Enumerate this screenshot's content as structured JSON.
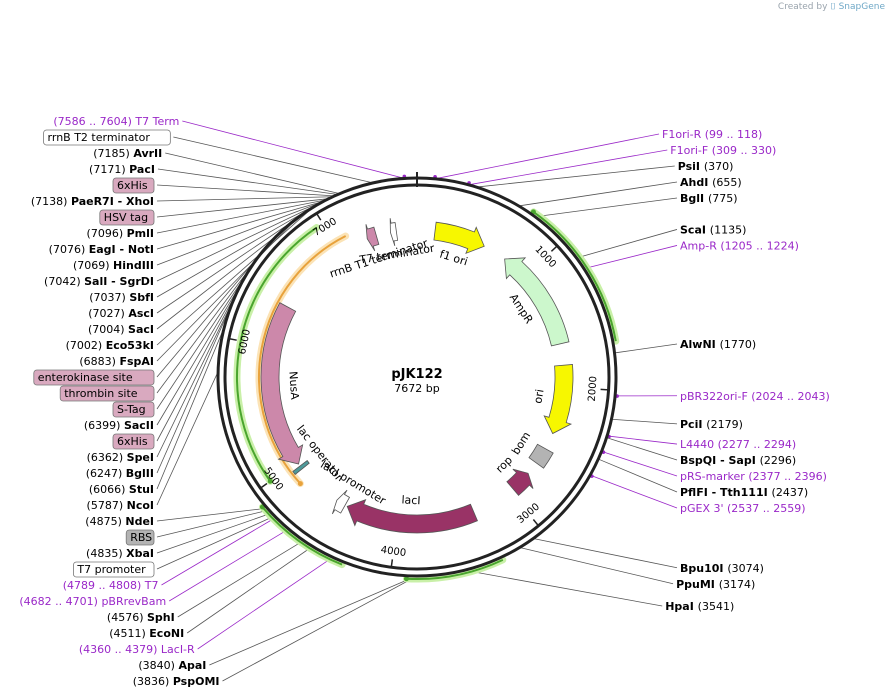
{
  "credit": {
    "prefix": "Created by",
    "brand": "SnapGene"
  },
  "plasmid": {
    "name": "pJK122",
    "size_label": "7672 bp",
    "length": 7672
  },
  "ticks": [
    {
      "label": "1000",
      "pos": 1000
    },
    {
      "label": "2000",
      "pos": 2000
    },
    {
      "label": "3000",
      "pos": 3000
    },
    {
      "label": "4000",
      "pos": 4000
    },
    {
      "label": "5000",
      "pos": 5000
    },
    {
      "label": "6000",
      "pos": 6000
    },
    {
      "label": "7000",
      "pos": 7000
    }
  ],
  "features": [
    {
      "id": "f1-ori",
      "label": "f1 ori",
      "start": 150,
      "end": 580,
      "dir": 1,
      "color": "#f7f700",
      "ring": "inner"
    },
    {
      "id": "ampr",
      "label": "AmpR",
      "start": 780,
      "end": 1640,
      "dir": -1,
      "color": "#ccf7cc",
      "ring": "inner"
    },
    {
      "id": "ori",
      "label": "ori",
      "start": 1820,
      "end": 2400,
      "dir": 1,
      "color": "#f7f700",
      "ring": "inner"
    },
    {
      "id": "bom",
      "label": "bom",
      "start": 2540,
      "end": 2680,
      "dir": 0,
      "color": "#b3b3b3",
      "ring": "inner"
    },
    {
      "id": "rop",
      "label": "rop",
      "start": 2790,
      "end": 2970,
      "dir": -1,
      "color": "#993366",
      "ring": "inner"
    },
    {
      "id": "laci",
      "label": "lacI",
      "start": 3350,
      "end": 4440,
      "dir": 1,
      "color": "#993366",
      "ring": "inner"
    },
    {
      "id": "laci-promoter",
      "label": "lacI promoter",
      "start": 4460,
      "end": 4540,
      "dir": 1,
      "color": "#ffffff",
      "ring": "inner"
    },
    {
      "id": "lac-operator",
      "label": "lac operator",
      "start": 4930,
      "end": 4960,
      "dir": 0,
      "color": "#4d9999",
      "ring": "inner"
    },
    {
      "id": "nusa",
      "label": "NusA",
      "start": 4980,
      "end": 6360,
      "dir": -1,
      "color": "#cc88aa",
      "ring": "inner"
    },
    {
      "id": "rrnb-t1",
      "label": "rrnB T1 terminator",
      "start": 7250,
      "end": 7330,
      "dir": -1,
      "color": "#cc88aa",
      "ring": "inner"
    },
    {
      "id": "t7-terminator",
      "label": "T7 terminator",
      "start": 7450,
      "end": 7500,
      "dir": -1,
      "color": "#ffffff",
      "ring": "inner"
    }
  ],
  "orfs": [
    {
      "id": "orf-green-1",
      "start": 750,
      "end": 1700,
      "dir": -1,
      "radius": 202
    },
    {
      "id": "orf-green-2",
      "start": 3300,
      "end": 3900,
      "dir": 1,
      "radius": 202
    },
    {
      "id": "orf-green-3",
      "start": 4300,
      "end": 4900,
      "dir": 1,
      "radius": 202
    },
    {
      "id": "orf-green-4",
      "start": 5000,
      "end": 6950,
      "dir": -1,
      "radius": 180
    },
    {
      "id": "orf-orange",
      "start": 4850,
      "end": 7100,
      "dir": -1,
      "radius": 158
    }
  ],
  "labels": [
    {
      "kind": "primer",
      "text": "(7586 .. 7604)  T7 Term",
      "pos": 7595
    },
    {
      "kind": "primer",
      "text": "F1ori-R    (99 .. 118)",
      "pos": 110
    },
    {
      "kind": "primer",
      "text": "F1ori-F    (309 .. 330)",
      "pos": 320
    },
    {
      "kind": "site",
      "name": "PsiI",
      "num": "(370)",
      "pos": 370
    },
    {
      "kind": "site",
      "name": "AhdI",
      "num": "(655)",
      "pos": 655
    },
    {
      "kind": "site",
      "name": "BglI",
      "num": "(775)",
      "pos": 775
    },
    {
      "kind": "site",
      "name": "ScaI",
      "num": "(1135)",
      "pos": 1135
    },
    {
      "kind": "primer",
      "text": "Amp-R    (1205 .. 1224)",
      "pos": 1215
    },
    {
      "kind": "site",
      "name": "AlwNI",
      "num": "(1770)",
      "pos": 1770
    },
    {
      "kind": "primer",
      "text": "pBR322ori-F    (2024 .. 2043)",
      "pos": 2034
    },
    {
      "kind": "site",
      "name": "PciI",
      "num": "(2179)",
      "pos": 2179
    },
    {
      "kind": "primer",
      "text": "L4440    (2277 .. 2294)",
      "pos": 2285
    },
    {
      "kind": "site",
      "name": "BspQI  - SapI",
      "num": "(2296)",
      "pos": 2296
    },
    {
      "kind": "primer",
      "text": "pRS-marker    (2377 .. 2396)",
      "pos": 2386
    },
    {
      "kind": "site",
      "name": "PflFI  - Tth111I",
      "num": "(2437)",
      "pos": 2437
    },
    {
      "kind": "primer",
      "text": "pGEX 3'    (2537 .. 2559)",
      "pos": 2548
    },
    {
      "kind": "site",
      "name": "Bpu10I",
      "num": "(3074)",
      "pos": 3074
    },
    {
      "kind": "site",
      "name": "PpuMI",
      "num": "(3174)",
      "pos": 3174
    },
    {
      "kind": "site",
      "name": "HpaI",
      "num": "(3541)",
      "pos": 3541
    },
    {
      "kind": "site",
      "name": "PspOMI",
      "num": "(3836)",
      "pos": 3836
    },
    {
      "kind": "site",
      "name": "ApaI",
      "num": "(3840)",
      "pos": 3840
    },
    {
      "kind": "primer",
      "text": "(4360 .. 4379)  LacI-R",
      "pos": 4370
    },
    {
      "kind": "site",
      "name": "EcoNI",
      "num": "(4511)",
      "pos": 4511
    },
    {
      "kind": "site",
      "name": "SphI",
      "num": "(4576)",
      "pos": 4576
    },
    {
      "kind": "primer",
      "text": "(4682 .. 4701)  pBRrevBam",
      "pos": 4692
    },
    {
      "kind": "primer",
      "text": "(4789 .. 4808)  T7",
      "pos": 4798
    },
    {
      "kind": "box",
      "text": "T7 promoter",
      "pos": 4810
    },
    {
      "kind": "site",
      "name": "XbaI",
      "num": "(4835)",
      "pos": 4835
    },
    {
      "kind": "box",
      "text": "RBS",
      "pos": 4860
    },
    {
      "kind": "site",
      "name": "NdeI",
      "num": "(4875)",
      "pos": 4875
    },
    {
      "kind": "site",
      "name": "NcoI",
      "num": "(5787)",
      "pos": 5787
    },
    {
      "kind": "site",
      "name": "StuI",
      "num": "(6066)",
      "pos": 6066
    },
    {
      "kind": "site",
      "name": "BglII",
      "num": "(6247)",
      "pos": 6247
    },
    {
      "kind": "site",
      "name": "SpeI",
      "num": "(6362)",
      "pos": 6362
    },
    {
      "kind": "box",
      "text": "6xHis",
      "pos": 6380
    },
    {
      "kind": "site",
      "name": "SacII",
      "num": "(6399)",
      "pos": 6399
    },
    {
      "kind": "box",
      "text": "S-Tag",
      "pos": 6480
    },
    {
      "kind": "box",
      "text": "thrombin site",
      "pos": 6560
    },
    {
      "kind": "box",
      "text": "enterokinase site",
      "pos": 6610
    },
    {
      "kind": "site",
      "name": "FspAI",
      "num": "(6883)",
      "pos": 6883
    },
    {
      "kind": "site",
      "name": "Eco53kI",
      "num": "(7002)",
      "pos": 7002
    },
    {
      "kind": "site",
      "name": "SacI",
      "num": "(7004)",
      "pos": 7004
    },
    {
      "kind": "site",
      "name": "AscI",
      "num": "(7027)",
      "pos": 7027
    },
    {
      "kind": "site",
      "name": "SbfI",
      "num": "(7037)",
      "pos": 7037
    },
    {
      "kind": "site",
      "name": "SalI  - SgrDI",
      "num": "(7042)",
      "pos": 7042
    },
    {
      "kind": "site",
      "name": "HindIII",
      "num": "(7069)",
      "pos": 7069
    },
    {
      "kind": "site",
      "name": "EagI  - NotI",
      "num": "(7076)",
      "pos": 7076
    },
    {
      "kind": "site",
      "name": "PmlI",
      "num": "(7096)",
      "pos": 7096
    },
    {
      "kind": "box",
      "text": "HSV tag",
      "pos": 7110
    },
    {
      "kind": "site",
      "name": "PaeR7I  - XhoI",
      "num": "(7138)",
      "pos": 7138
    },
    {
      "kind": "box",
      "text": "6xHis",
      "pos": 7150
    },
    {
      "kind": "site",
      "name": "PacI",
      "num": "(7171)",
      "pos": 7171
    },
    {
      "kind": "site",
      "name": "AvrII",
      "num": "(7185)",
      "pos": 7185
    },
    {
      "kind": "box",
      "text": "rrnB T2 terminator",
      "pos": 7400
    }
  ],
  "colors": {
    "primer": "#9a28c8",
    "pink_box": "#d9a9bf",
    "grey_box": "#b3b3b3",
    "white_box": "#ffffff",
    "backbone": "#222222",
    "orf_green": "#4aa52e",
    "orf_green_glow": "#c9f0a8",
    "orf_orange": "#e8a23c",
    "orf_orange_glow": "#fbe3b6"
  }
}
